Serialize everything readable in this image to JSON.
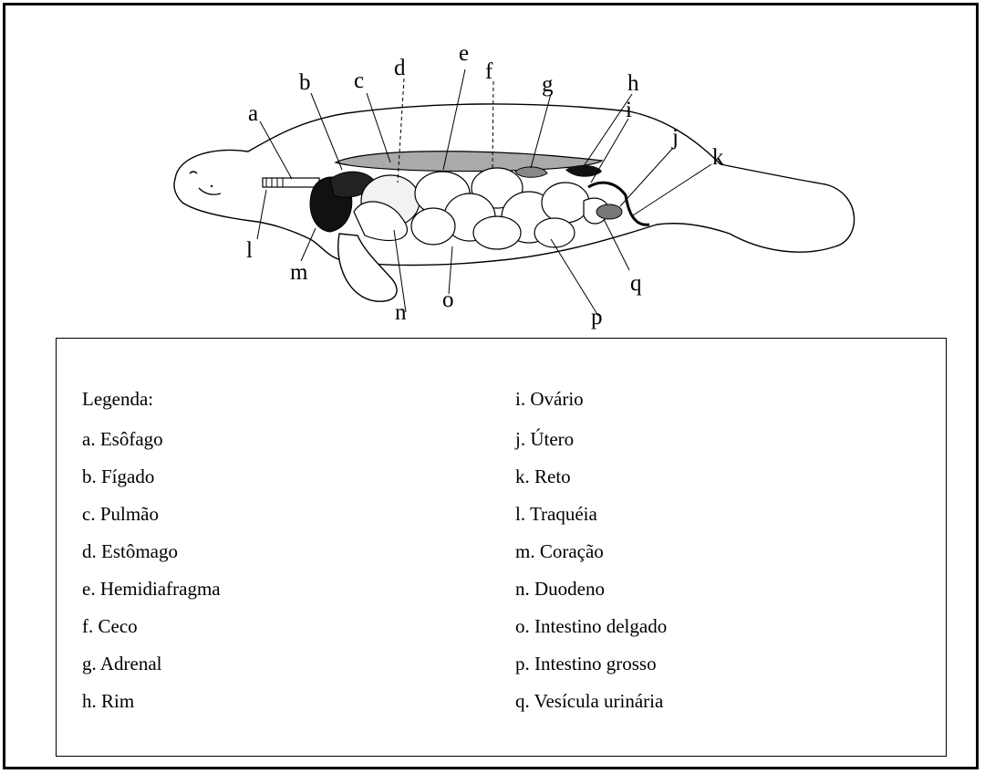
{
  "diagram": {
    "labels": {
      "a": "a",
      "b": "b",
      "c": "c",
      "d": "d",
      "e": "e",
      "f": "f",
      "g": "g",
      "h": "h",
      "i": "i",
      "j": "j",
      "k": "k",
      "l": "l",
      "m": "m",
      "n": "n",
      "o": "o",
      "p": "p",
      "q": "q"
    }
  },
  "legend": {
    "title": "Legenda:",
    "left": [
      "a.  Esôfago",
      "b.  Fígado",
      "c.  Pulmão",
      "d.  Estômago",
      "e.  Hemidiafragma",
      "f.  Ceco",
      "g.  Adrenal",
      "h.  Rim"
    ],
    "right": [
      "i.  Ovário",
      "j.  Útero",
      "k.  Reto",
      "l.  Traquéia",
      "m.  Coração",
      "n.  Duodeno",
      "o.  Intestino delgado",
      "p.  Intestino grosso",
      "q. Vesícula urinária"
    ]
  }
}
